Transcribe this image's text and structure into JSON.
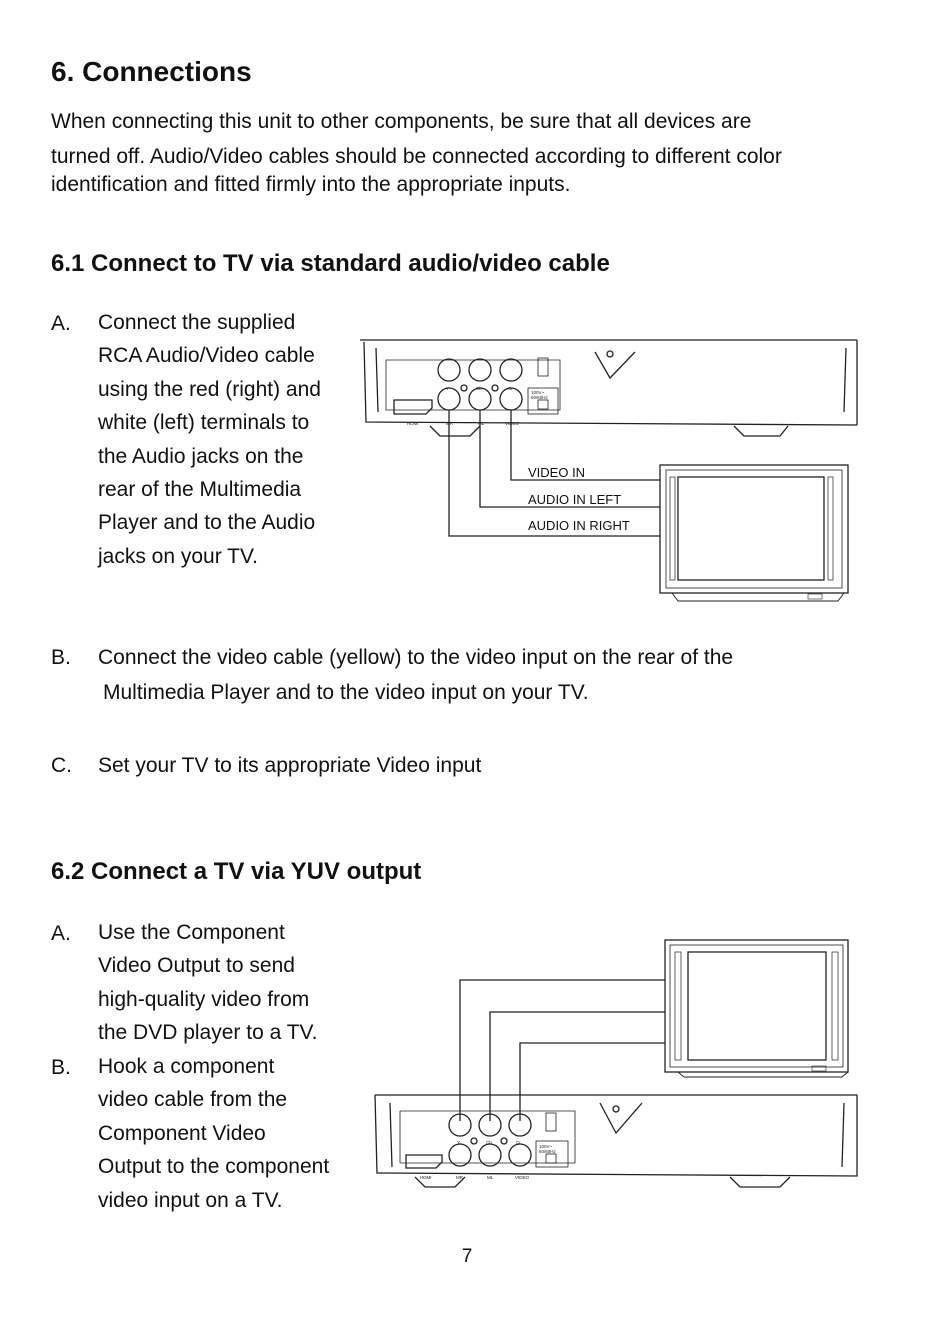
{
  "page": {
    "title": "6. Connections",
    "intro": [
      "When connecting this unit to other components, be sure that all devices are",
      "turned off. Audio/Video cables should be connected according to different color",
      "identification and fitted firmly into the appropriate inputs."
    ],
    "page_number": "7"
  },
  "section1": {
    "heading": "6.1  Connect to TV via standard audio/video cable",
    "stepA": {
      "label": "A.",
      "lines": [
        "Connect the supplied",
        "RCA Audio/Video cable",
        "using the red (right) and",
        "white (left) terminals to",
        "the Audio jacks on the",
        "rear of the Multimedia",
        "Player and to the Audio",
        "jacks on your TV."
      ]
    },
    "stepB": {
      "label": "B.",
      "lines": [
        "Connect the video cable (yellow) to the video input on the rear of the",
        "Multimedia Player and to the video input on your TV."
      ]
    },
    "stepC": {
      "label": "C.",
      "text": "Set your TV to its appropriate Video input"
    },
    "diagram": {
      "cable_labels": [
        "VIDEO IN",
        "AUDIO IN LEFT",
        "AUDIO IN RIGHT"
      ],
      "port_labels": [
        "HDMI",
        "MR",
        "ML",
        "VIDEO"
      ],
      "jack_labels": [
        "Y",
        "Cb",
        "Cr"
      ],
      "power_label": [
        "100V~",
        "60/60Hz"
      ]
    }
  },
  "section2": {
    "heading": "6.2  Connect a TV via YUV output",
    "stepA": {
      "label": "A.",
      "lines": [
        "Use the Component",
        "Video Output to send",
        "high-quality video from",
        "the DVD player to a TV."
      ]
    },
    "stepB": {
      "label": "B.",
      "lines": [
        "Hook a component",
        "video cable from the",
        "Component Video",
        "Output to the component",
        "video input on a TV."
      ]
    },
    "diagram": {
      "port_labels": [
        "HDMI",
        "MR",
        "ML",
        "VIDEO"
      ],
      "jack_labels": [
        "Y",
        "Cb",
        "Cr"
      ],
      "power_label": [
        "100V~",
        "60/60Hz"
      ]
    }
  }
}
